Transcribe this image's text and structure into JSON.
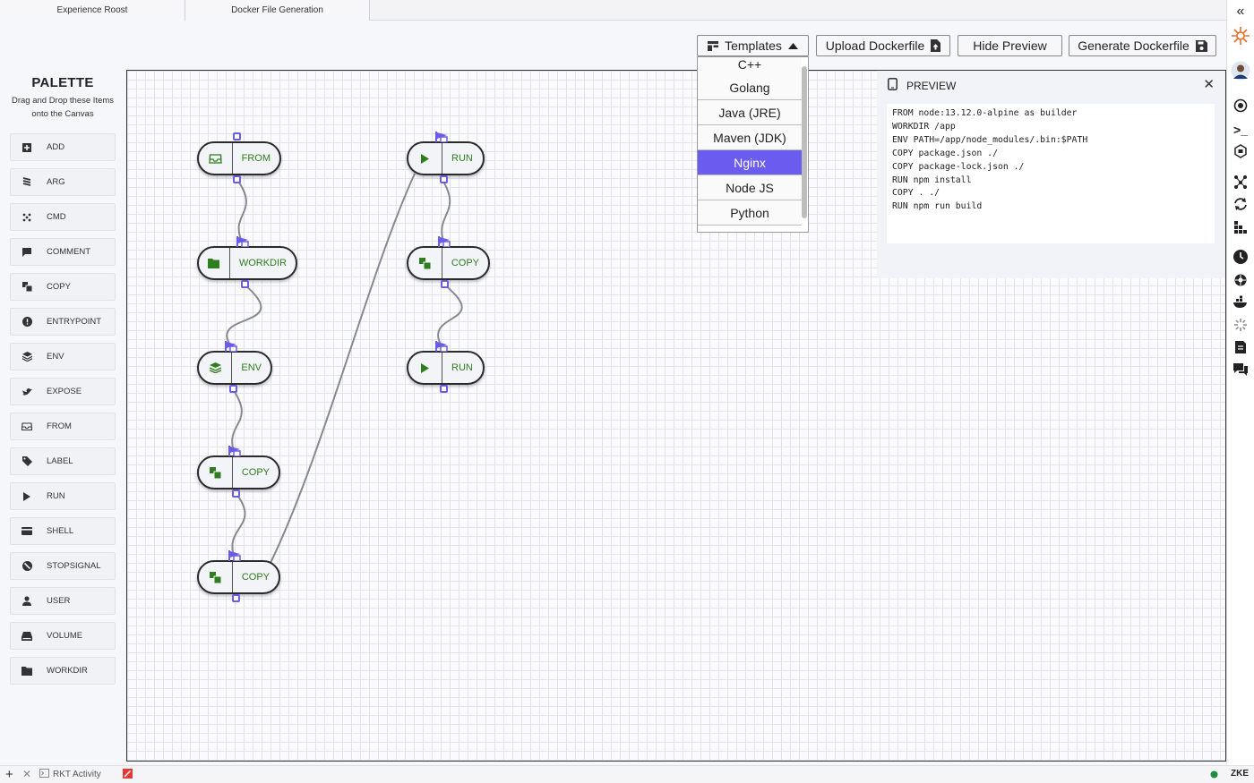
{
  "tabs": [
    {
      "label": "Experience Roost"
    },
    {
      "label": "Docker File Generation"
    }
  ],
  "toolbar": {
    "templates_label": "Templates",
    "upload_label": "Upload Dockerfile",
    "hide_preview_label": "Hide Preview",
    "generate_label": "Generate Dockerfile"
  },
  "templates_menu": {
    "items": [
      "C++",
      "Golang",
      "Java (JRE)",
      "Maven (JDK)",
      "Nginx",
      "Node JS",
      "Python"
    ],
    "selected": "Nginx"
  },
  "palette": {
    "title": "PALETTE",
    "subtitle_line1": "Drag and Drop these Items",
    "subtitle_line2": "onto the Canvas",
    "items": [
      {
        "label": "ADD",
        "icon": "plus-square-icon"
      },
      {
        "label": "ARG",
        "icon": "stack-icon"
      },
      {
        "label": "CMD",
        "icon": "dots-icon"
      },
      {
        "label": "COMMENT",
        "icon": "comment-icon"
      },
      {
        "label": "COPY",
        "icon": "copy-icon"
      },
      {
        "label": "ENTRYPOINT",
        "icon": "info-circle-icon"
      },
      {
        "label": "ENV",
        "icon": "layers-icon"
      },
      {
        "label": "EXPOSE",
        "icon": "bird-icon"
      },
      {
        "label": "FROM",
        "icon": "inbox-icon"
      },
      {
        "label": "LABEL",
        "icon": "tag-icon"
      },
      {
        "label": "RUN",
        "icon": "play-icon"
      },
      {
        "label": "SHELL",
        "icon": "card-icon"
      },
      {
        "label": "STOPSIGNAL",
        "icon": "ban-icon"
      },
      {
        "label": "USER",
        "icon": "user-icon"
      },
      {
        "label": "VOLUME",
        "icon": "drive-icon"
      },
      {
        "label": "WORKDIR",
        "icon": "folder-icon"
      }
    ]
  },
  "nodes": {
    "from": "FROM",
    "workdir": "WORKDIR",
    "env": "ENV",
    "copy1": "COPY",
    "copy2": "COPY",
    "run1": "RUN",
    "copy3": "COPY",
    "run2": "RUN"
  },
  "preview": {
    "title": "PREVIEW",
    "lines": [
      "FROM node:13.12.0-alpine as builder",
      "WORKDIR /app",
      "ENV PATH=/app/node_modules/.bin:$PATH",
      "COPY package.json ./",
      "COPY package-lock.json ./",
      "RUN npm install",
      "COPY . ./",
      "RUN npm run build"
    ]
  },
  "statusbar": {
    "activity_label": "RKT Activity",
    "right_label": "ZKE",
    "status_color": "#1e8e3e"
  },
  "colors": {
    "accent": "#6b5cf0",
    "node_text": "#2e7d1e",
    "port": "#6b5ce7"
  }
}
